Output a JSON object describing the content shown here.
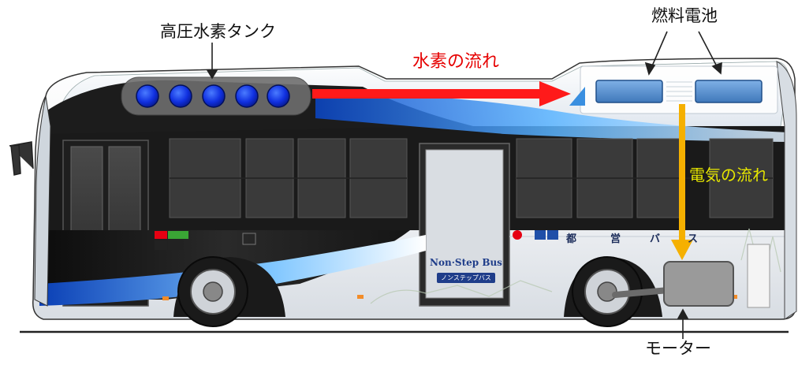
{
  "labels": {
    "tank": "高圧水素タンク",
    "fuel_cell": "燃料電池",
    "hydrogen_flow": "水素の流れ",
    "electric_flow": "電気の流れ",
    "motor": "モーター"
  },
  "bus": {
    "non_step_title": "Non·Step Bus",
    "non_step_sub": "ノンステップバス",
    "operator_chars": [
      "都",
      "営",
      "バ",
      "ス"
    ]
  },
  "colors": {
    "hydrogen_arrow": "#ff1a1a",
    "electric_arrow": "#f5b000",
    "electric_text": "#e6e600",
    "tank": "#1030e0",
    "fuel_cell": "#4a86c5"
  }
}
